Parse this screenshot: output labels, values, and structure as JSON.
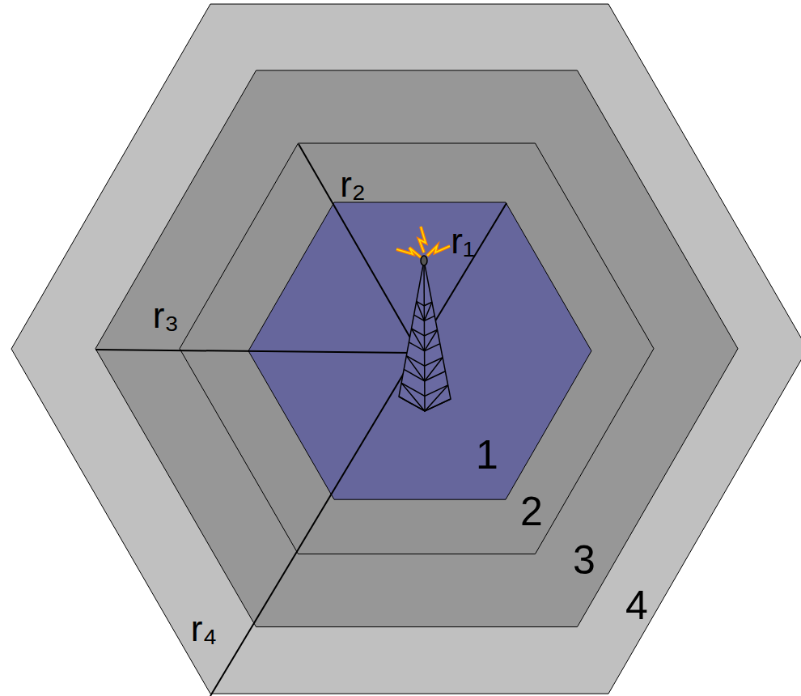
{
  "diagram": {
    "nodes": [
      {
        "text": [
          "4"
        ]
      },
      {
        "text": [
          "3"
        ],
        "in": 0
      },
      {
        "text": [
          "2"
        ],
        "in": 1
      },
      {
        "text": [
          "1"
        ],
        "in": 2
      }
    ],
    "labels": [
      "r₁",
      "r₂",
      "r₃",
      "r₄"
    ]
  }
}
